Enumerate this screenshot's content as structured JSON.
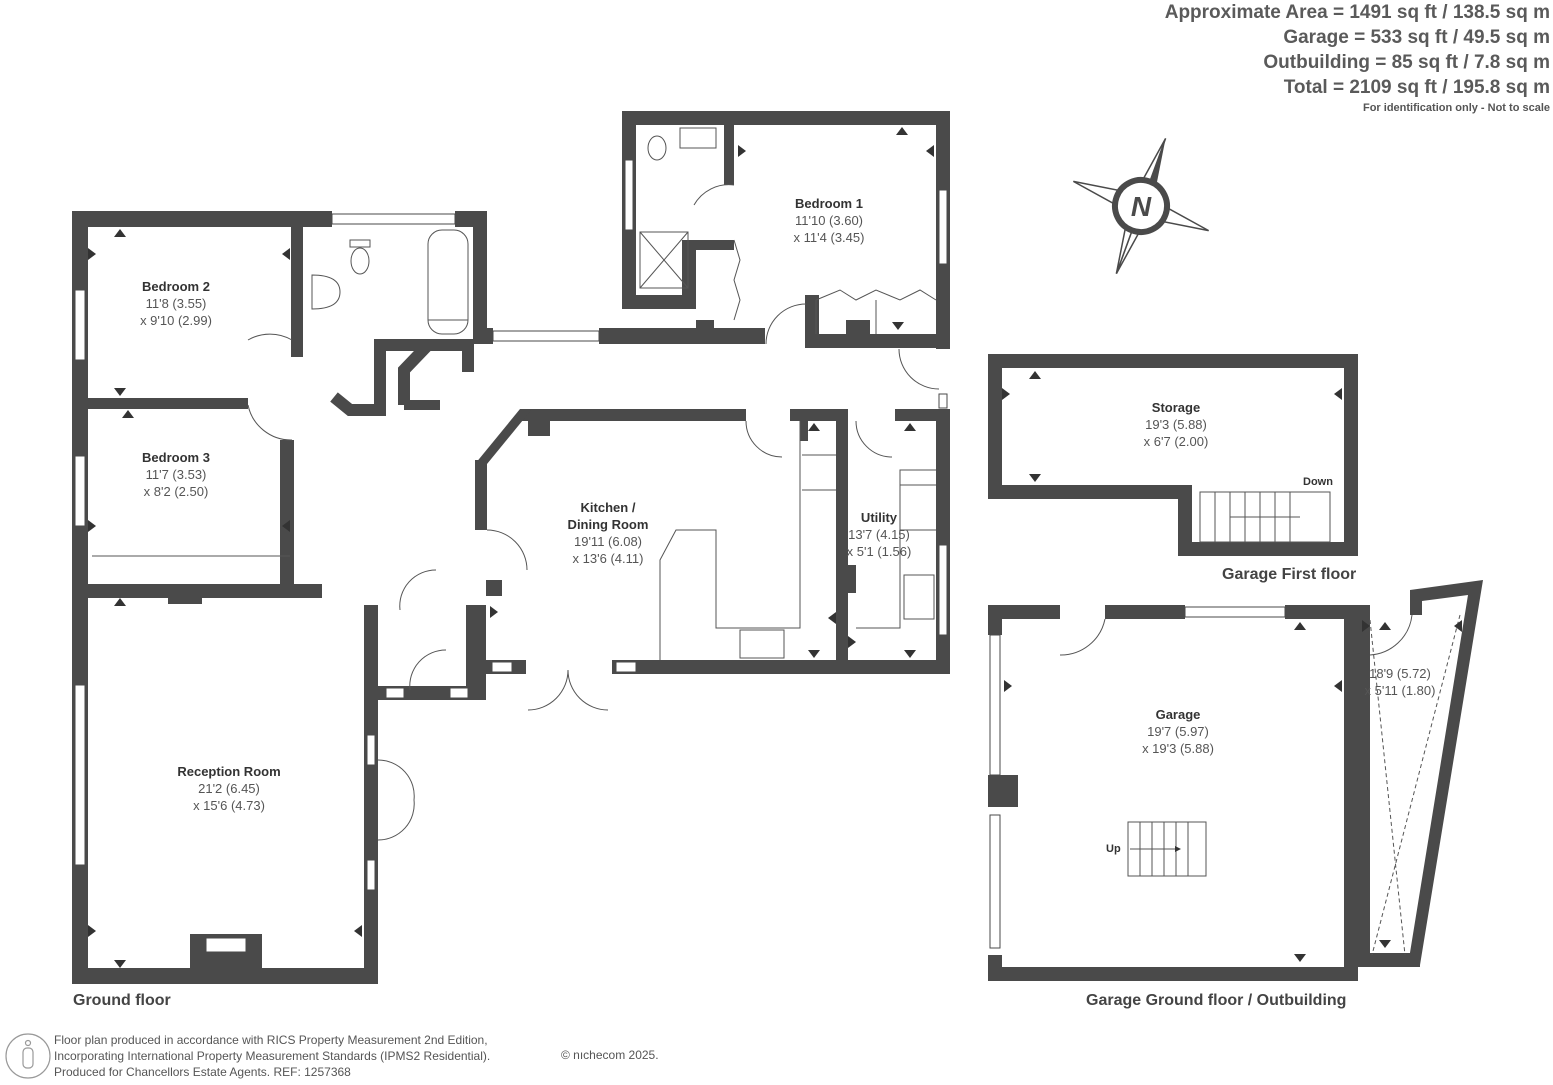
{
  "areas": {
    "approximate": "Approximate Area = 1491 sq ft / 138.5 sq m",
    "garage": "Garage = 533 sq ft / 49.5 sq m",
    "outbuilding": "Outbuilding = 85 sq ft / 7.8 sq m",
    "total": "Total = 2109 sq ft / 195.8 sq m",
    "note": "For identification only - Not to scale"
  },
  "compass": {
    "letter": "N"
  },
  "rooms": {
    "bedroom1": {
      "name": "Bedroom 1",
      "dim1": "11'10 (3.60)",
      "dim2": "x 11'4 (3.45)"
    },
    "bedroom2": {
      "name": "Bedroom 2",
      "dim1": "11'8 (3.55)",
      "dim2": "x 9'10 (2.99)"
    },
    "bedroom3": {
      "name": "Bedroom 3",
      "dim1": "11'7 (3.53)",
      "dim2": "x 8'2 (2.50)"
    },
    "kitchen": {
      "name_line1": "Kitchen /",
      "name_line2": "Dining Room",
      "dim1": "19'11 (6.08)",
      "dim2": "x 13'6 (4.11)"
    },
    "utility": {
      "name": "Utility",
      "dim1": "13'7 (4.15)",
      "dim2": "x 5'1 (1.56)"
    },
    "reception": {
      "name": "Reception Room",
      "dim1": "21'2 (6.45)",
      "dim2": "x 15'6 (4.73)"
    },
    "storage": {
      "name": "Storage",
      "dim1": "19'3 (5.88)",
      "dim2": "x 6'7 (2.00)"
    },
    "garage": {
      "name": "Garage",
      "dim1": "19'7 (5.97)",
      "dim2": "x 19'3 (5.88)"
    },
    "outbuilding": {
      "dim1": "18'9 (5.72)",
      "dim2": "x 5'11 (1.80)"
    }
  },
  "stairs": {
    "down": "Down",
    "up": "Up"
  },
  "floors": {
    "ground": "Ground floor",
    "garage_first": "Garage First floor",
    "garage_ground": "Garage Ground floor / Outbuilding"
  },
  "footer": {
    "line1": "Floor plan produced in accordance with RICS Property Measurement 2nd Edition,",
    "line2": "Incorporating International Property Measurement Standards (IPMS2 Residential).",
    "line3": "Produced for Chancellors Estate Agents.   REF:  1257368",
    "brand": "© nıchecom 2025."
  },
  "colors": {
    "wall": "#4a4a4a",
    "text": "#555555",
    "background": "#ffffff"
  }
}
